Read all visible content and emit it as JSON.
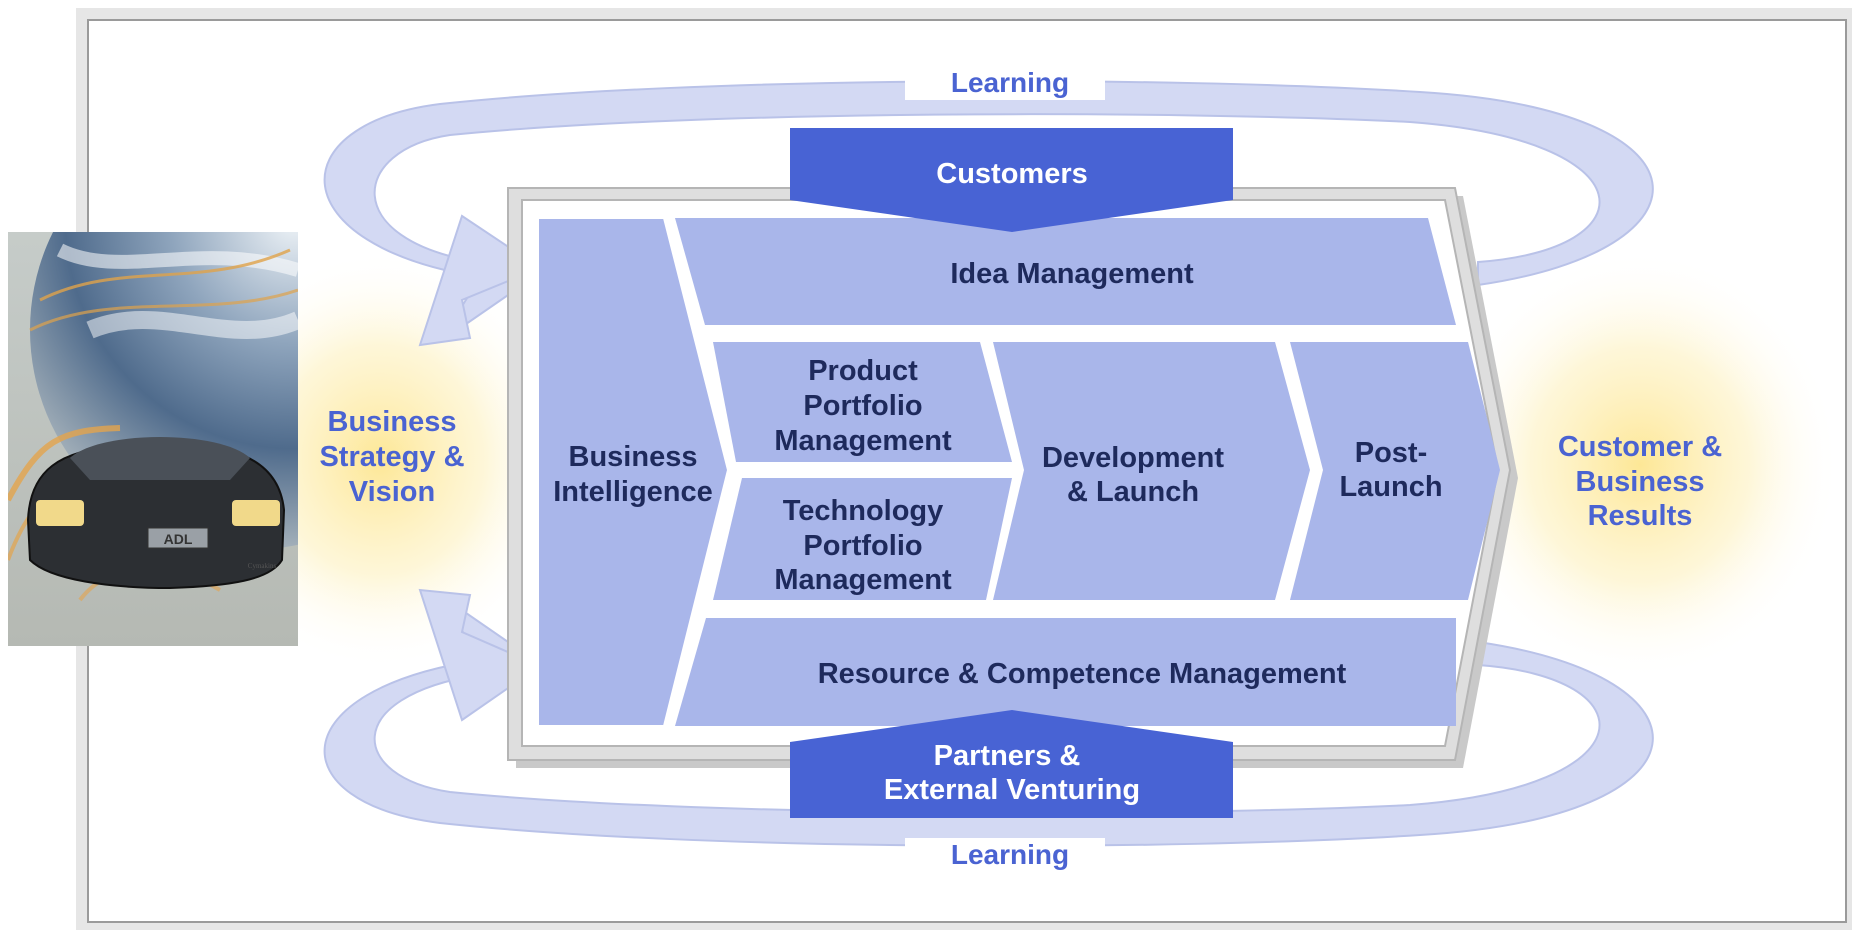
{
  "learning_top": "Learning",
  "learning_bottom": "Learning",
  "customers": "Customers",
  "partners": [
    "Partners &",
    "External Venturing"
  ],
  "business_strategy": [
    "Business",
    "Strategy &",
    "Vision"
  ],
  "customer_results": [
    "Customer &",
    "Business",
    "Results"
  ],
  "business_intelligence": [
    "Business",
    "Intelligence"
  ],
  "idea_management": "Idea Management",
  "product_portfolio": [
    "Product",
    "Portfolio",
    "Management"
  ],
  "technology_portfolio": [
    "Technology",
    "Portfolio",
    "Management"
  ],
  "development_launch": [
    "Development",
    "& Launch"
  ],
  "post_launch": [
    "Post-",
    "Launch"
  ],
  "resource_competence": "Resource & Competence Management",
  "colors": {
    "accent_dark": "#4863d4",
    "block_fill": "#a9b6ea",
    "loop_fill": "#d3d9f3",
    "text_dark": "#1e2a5c",
    "text_blue": "#4a63d2",
    "glow": "#fde9a2"
  },
  "image": {
    "badge_text": "ADL",
    "signature": "Cymakins"
  }
}
